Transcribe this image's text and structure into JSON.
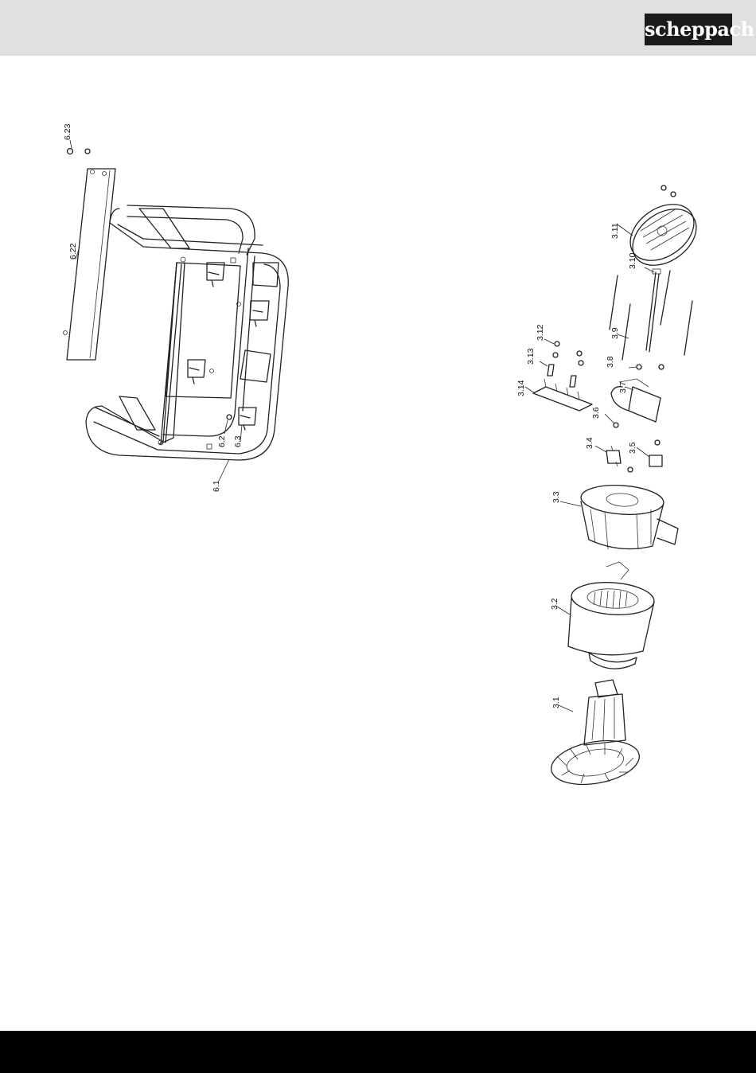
{
  "header": {
    "brand": "scheppach"
  },
  "colors": {
    "header_bg": "#e0e0e0",
    "footer_bg": "#000000",
    "logo_bg": "#1a1a1a",
    "logo_fg": "#ffffff"
  },
  "labels": {
    "p6_23": "6.23",
    "p6_22": "6.22",
    "p6_1": "6.1",
    "p6_2": "6.2",
    "p6_3": "6.3",
    "p3_1": "3.1",
    "p3_2": "3.2",
    "p3_3": "3.3",
    "p3_4": "3.4",
    "p3_5": "3.5",
    "p3_6": "3.6",
    "p3_7": "3.7",
    "p3_8": "3.8",
    "p3_9": "3.9",
    "p3_10": "3.10",
    "p3_11": "3.11",
    "p3_12": "3.12",
    "p3_13": "3.13",
    "p3_14": "3.14"
  }
}
